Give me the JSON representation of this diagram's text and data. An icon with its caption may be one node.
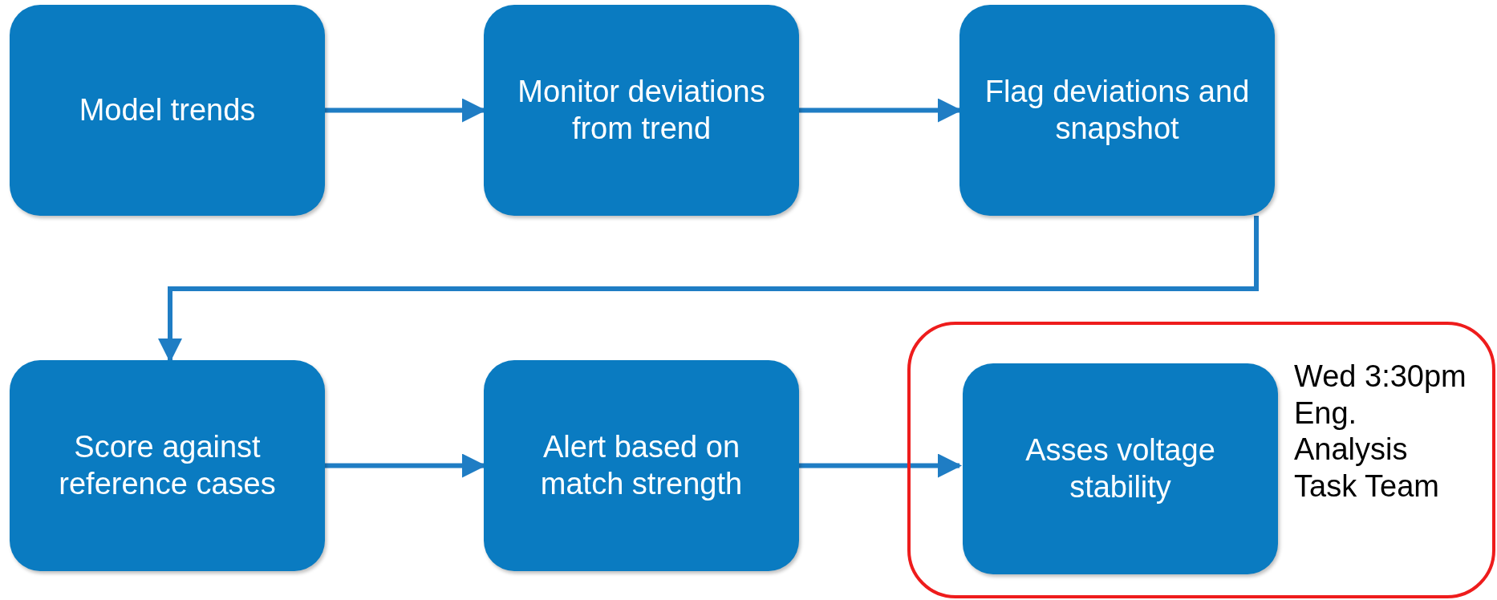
{
  "diagram": {
    "nodes": [
      {
        "text": [
          "Model trends"
        ]
      },
      {
        "text": [
          "Monitor deviations from trend"
        ]
      },
      {
        "text": [
          "Flag deviations and snapshot"
        ]
      },
      {
        "text": [
          "Score against reference cases"
        ]
      },
      {
        "text": [
          "Alert based on match strength"
        ]
      },
      {
        "text": [
          "Wed 3:30pm Eng. Analysis Task Team"
        ]
      },
      {
        "text": [
          "Asses voltage stability"
        ],
        "in": 5
      }
    ],
    "edges": [
      {
        "from": 0,
        "to": 1,
        "arrow": "to"
      },
      {
        "from": 1,
        "to": 2,
        "arrow": "to"
      },
      {
        "from": 2,
        "to": 3,
        "arrow": "to"
      },
      {
        "from": 3,
        "to": 4,
        "arrow": "to"
      },
      {
        "from": 4,
        "to": 6,
        "arrow": "to"
      }
    ]
  }
}
